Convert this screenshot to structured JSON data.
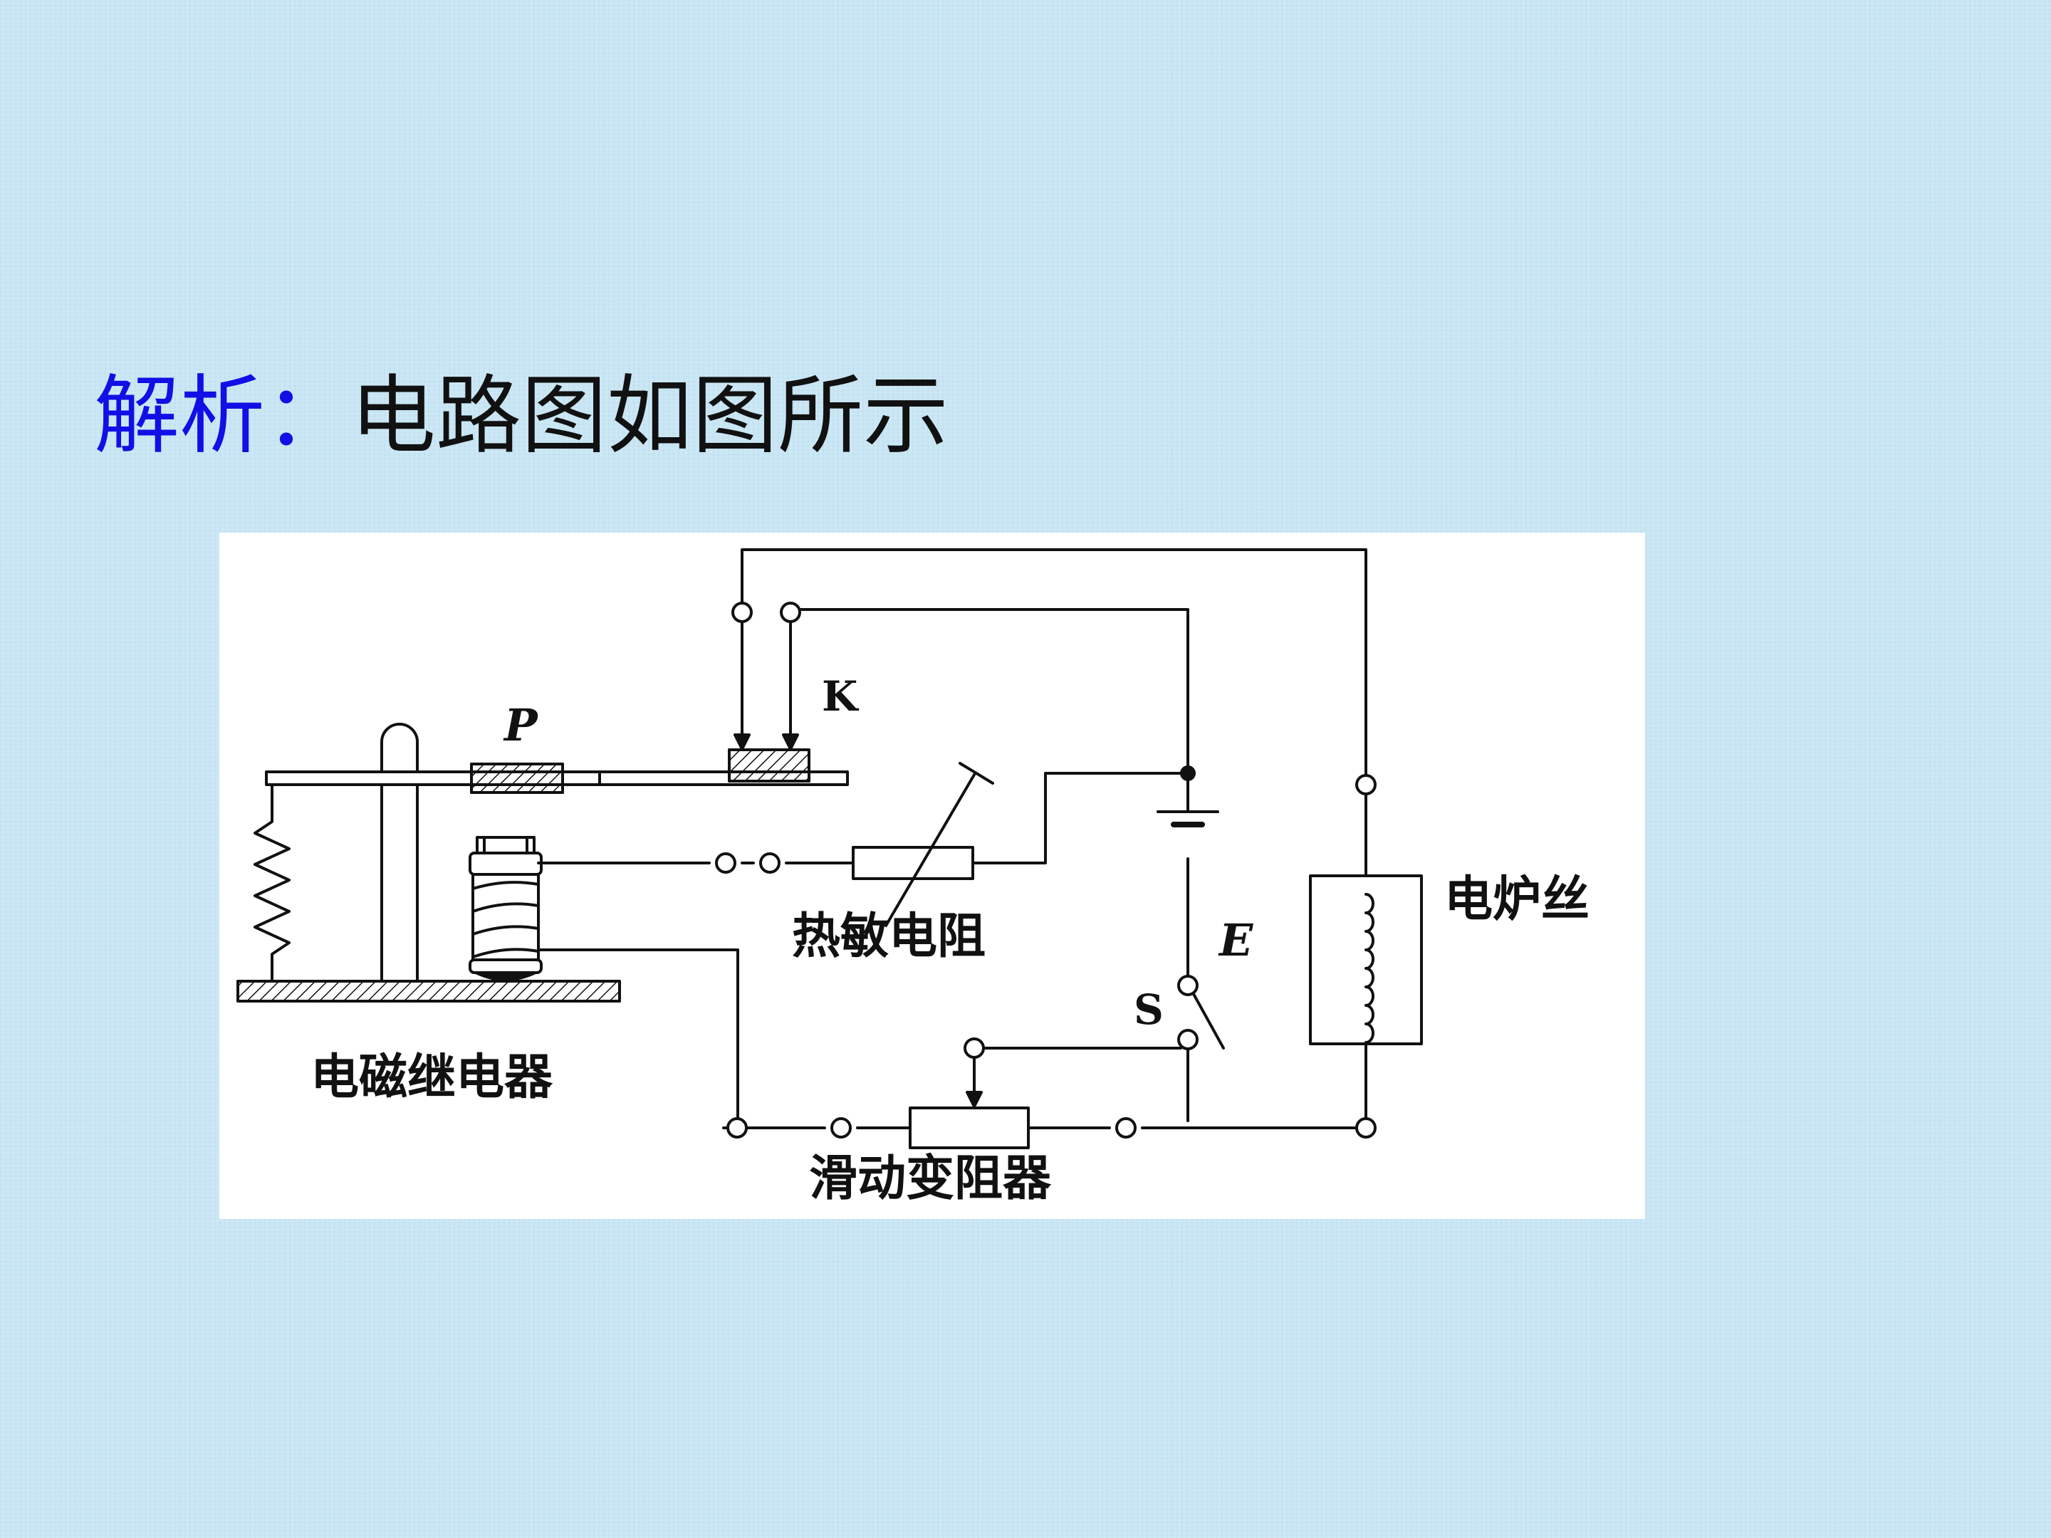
{
  "heading": {
    "label": "解析：",
    "text": "电路图如图所示"
  },
  "diagram": {
    "labels": {
      "relay": "电磁继电器",
      "thermistor": "热敏电阻",
      "rheostat": "滑动变阻器",
      "heater": "电炉丝",
      "contact": "K",
      "armature": "P",
      "source": "E",
      "switch": "S"
    }
  }
}
